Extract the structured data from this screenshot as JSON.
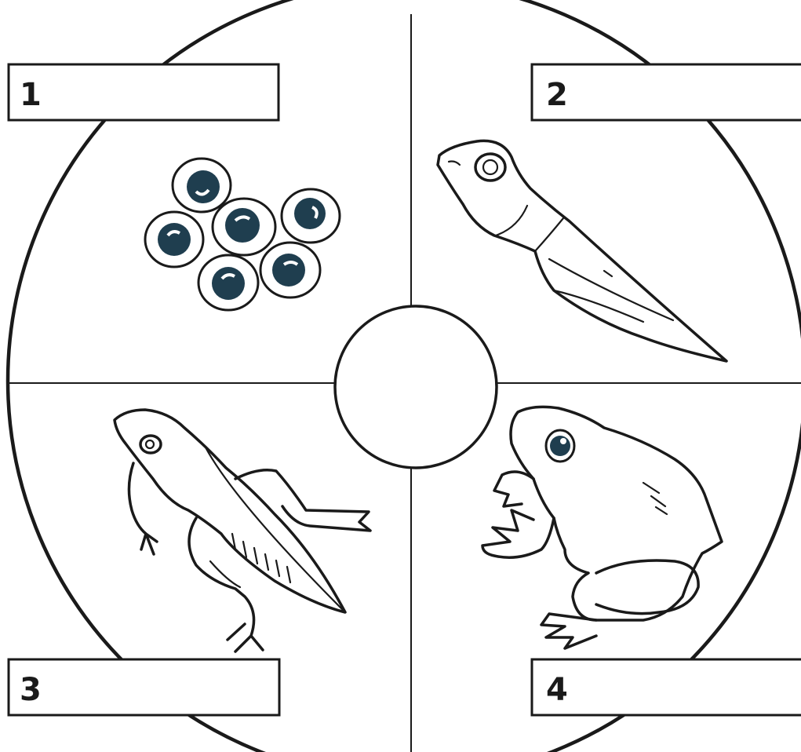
{
  "stages": [
    {
      "number": "1",
      "answer": "",
      "icon": "frog-eggs-icon"
    },
    {
      "number": "2",
      "answer": "",
      "icon": "tadpole-icon"
    },
    {
      "number": "3",
      "answer": "",
      "icon": "froglet-icon"
    },
    {
      "number": "4",
      "answer": "",
      "icon": "adult-frog-icon"
    }
  ],
  "colors": {
    "ink": "#1a1a1a",
    "egg_yolk": "#1f3e4f",
    "paper": "#ffffff"
  }
}
